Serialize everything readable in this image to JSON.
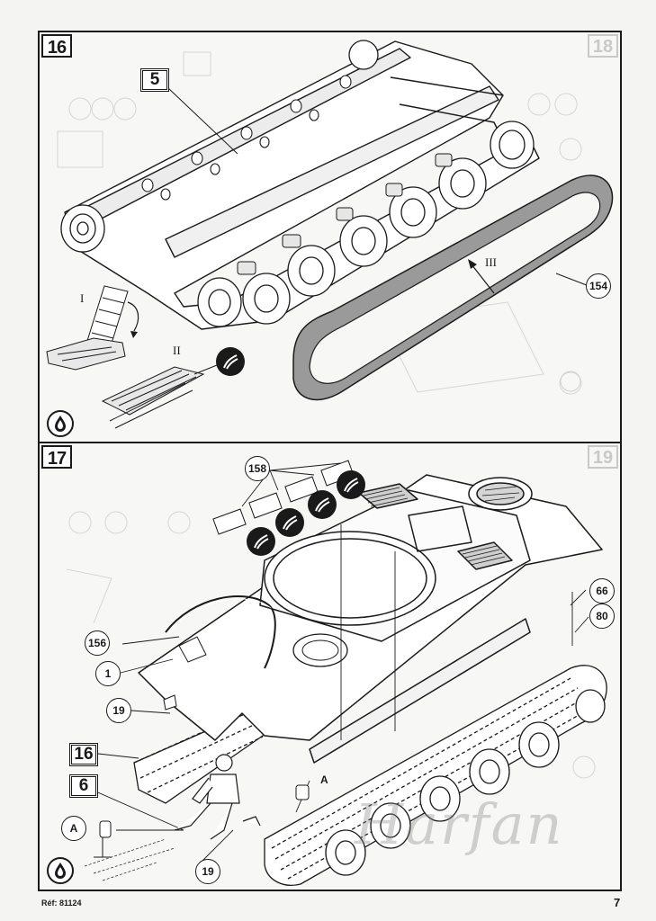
{
  "document": {
    "reference_label": "Réf:",
    "reference_number": "81124",
    "page_number": "7",
    "watermark": "Harfan"
  },
  "steps": [
    {
      "number": "16",
      "ghost_number": "18",
      "box_ref": "5",
      "part_callouts": [
        "154"
      ],
      "roman_labels": [
        "I",
        "II",
        "III"
      ],
      "icons": [
        "water-drop-icon",
        "cement-glue-icon"
      ]
    },
    {
      "number": "17",
      "ghost_number": "19",
      "box_refs": [
        "16",
        "6"
      ],
      "part_callouts": [
        "158",
        "156",
        "1",
        "19",
        "66",
        "80",
        "19"
      ],
      "letter_callouts": [
        "A",
        "A"
      ],
      "icons": [
        "water-drop-icon",
        "cement-glue-icon"
      ]
    }
  ],
  "colors": {
    "ink": "#1a1a1a",
    "paper": "#f4f4f2",
    "track_fill": "#9a9a9a"
  }
}
